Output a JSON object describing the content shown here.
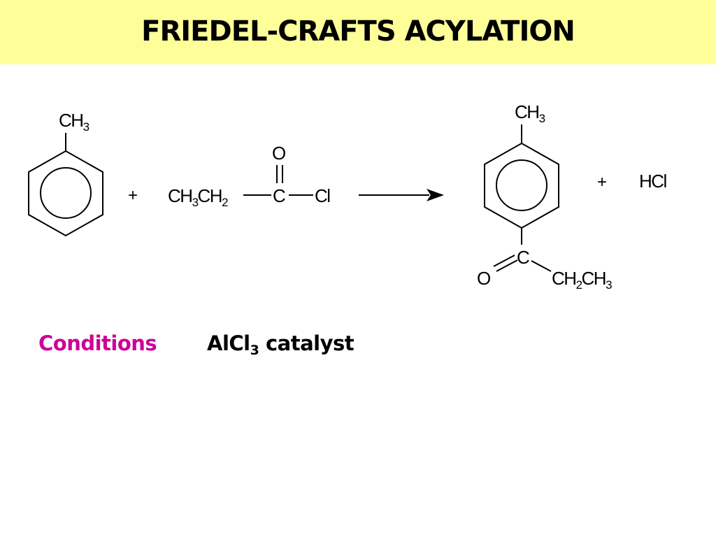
{
  "slide": {
    "title": "FRIEDEL-CRAFTS ACYLATION",
    "title_bg": "#ffff99"
  },
  "reaction": {
    "reactant1": {
      "substituent": [
        "CH",
        "3"
      ]
    },
    "plus1": "+",
    "reactant2": {
      "chain": [
        "CH",
        "3",
        "CH",
        "2"
      ],
      "carbonyl_o": "O",
      "carbonyl_c": "C",
      "leaving_group": "Cl"
    },
    "product": {
      "substituent": [
        "CH",
        "3"
      ],
      "carbonyl_c": "C",
      "carbonyl_o": "O",
      "chain": [
        "CH",
        "2",
        "CH",
        "3"
      ]
    },
    "plus2": "+",
    "byproduct": "HCl"
  },
  "conditions": {
    "label": "Conditions",
    "label_color": "#cc0099",
    "catalyst_main": "AlCl",
    "catalyst_sub": "3",
    "catalyst_rest": " catalyst"
  }
}
